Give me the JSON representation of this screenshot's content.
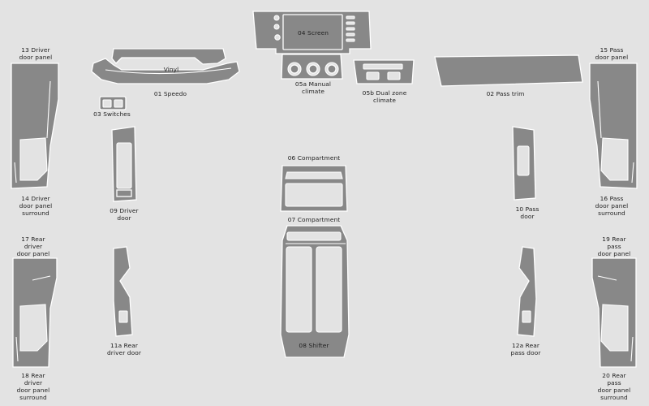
{
  "colors": {
    "background": "#e3e3e3",
    "piece_fill": "#888888",
    "piece_outline": "#ffffff",
    "label_text": "#222222"
  },
  "labels": {
    "screen": "04 Screen",
    "vinyl": "Vinyl",
    "speedo": "01 Speedo",
    "manual_climate": "05a Manual\nclimate",
    "dual_zone_climate": "05b Dual zone\nclimate",
    "pass_trim": "02 Pass trim",
    "switches": "03 Switches",
    "driver_door_panel": "13 Driver\ndoor panel",
    "pass_door_panel": "15 Pass\ndoor panel",
    "driver_door_panel_surround": "14 Driver\ndoor panel\nsurround",
    "pass_door_panel_surround": "16 Pass\ndoor panel\nsurround",
    "driver_door": "09 Driver\ndoor",
    "pass_door": "10 Pass\ndoor",
    "compartment_06": "06 Compartment",
    "compartment_07": "07 Compartment",
    "rear_driver_door_panel": "17 Rear\ndriver\ndoor panel",
    "rear_pass_door_panel": "19 Rear\npass\ndoor panel",
    "rear_driver_door": "11a Rear\ndriver door",
    "rear_pass_door": "12a Rear\npass door",
    "shifter": "08 Shifter",
    "rear_driver_door_panel_surround": "18 Rear\ndriver\ndoor panel\nsurround",
    "rear_pass_door_panel_surround": "20 Rear\npass\ndoor panel\nsurround"
  }
}
